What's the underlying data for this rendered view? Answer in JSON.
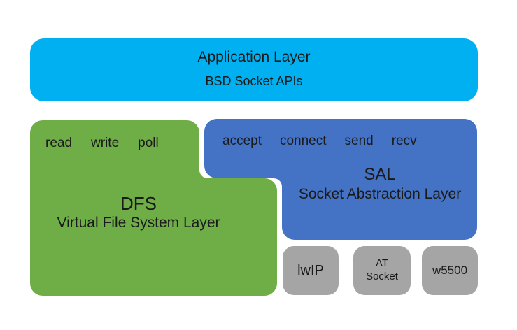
{
  "colors": {
    "application": "#00B0F0",
    "dfs": "#6FAD47",
    "sal": "#4472C4",
    "backend": "#A5A5A5",
    "text": "#1A1A1A"
  },
  "application_layer": {
    "title": "Application Layer",
    "subtitle": "BSD Socket APIs"
  },
  "dfs_layer": {
    "functions": [
      "read",
      "write",
      "poll"
    ],
    "acronym": "DFS",
    "name": "Virtual File System Layer"
  },
  "sal_layer": {
    "functions": [
      "accept",
      "connect",
      "send",
      "recv"
    ],
    "acronym": "SAL",
    "name": "Socket Abstraction Layer"
  },
  "backends": [
    {
      "label": "lwIP"
    },
    {
      "label": "AT Socket"
    },
    {
      "label": "w5500"
    }
  ]
}
